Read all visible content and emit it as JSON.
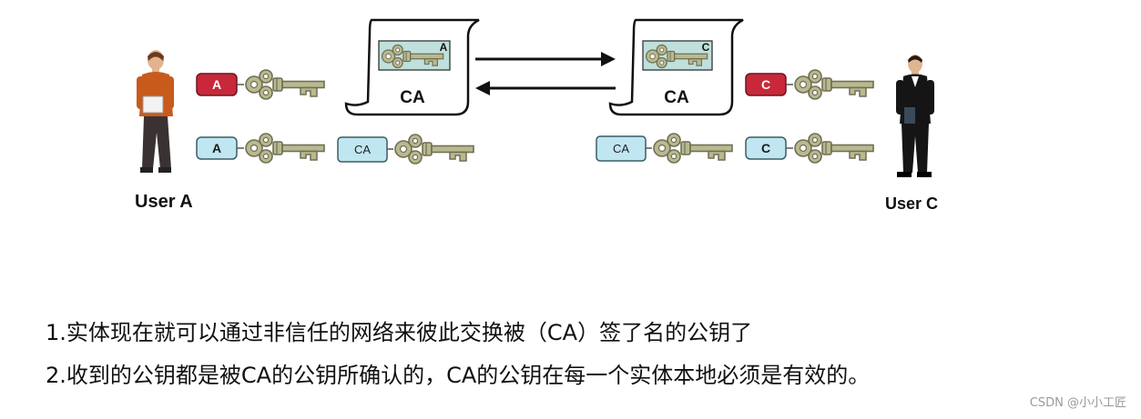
{
  "user_a": {
    "label": "User A"
  },
  "user_c": {
    "label": "User C"
  },
  "certificates": [
    {
      "name": "CA",
      "embedded_key_tag": "A"
    },
    {
      "name": "CA",
      "embedded_key_tag": "C"
    }
  ],
  "keys": {
    "user_a_private": "A",
    "user_a_public": "A",
    "ca_public_left": "CA",
    "ca_public_right": "CA",
    "user_c_private": "C",
    "user_c_public": "C"
  },
  "captions": {
    "line1": "1.实体现在就可以通过非信任的网络来彼此交换被（CA）签了名的公钥了",
    "line2": "2.收到的公钥都是被CA的公钥所确认的，CA的公钥在每一个实体本地必须是有效的。"
  },
  "watermark": "CSDN @小小工匠",
  "colors": {
    "private_tag": "#c8283a",
    "public_tag": "#bfe6f1",
    "key": "#b9b98f",
    "key_stroke": "#6f6f55",
    "cert_panel": "#bfe0dc",
    "arrow": "#111111"
  }
}
